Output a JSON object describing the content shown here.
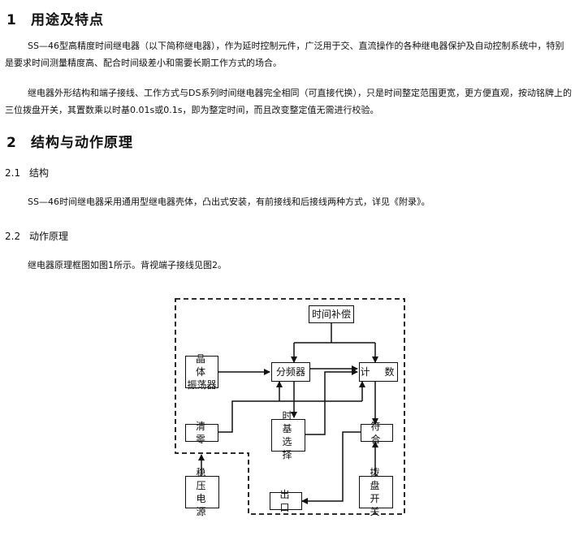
{
  "section1": {
    "num": "1",
    "title": "用途及特点",
    "para1": "SS—46型高精度时间继电器（以下简称继电器），作为延时控制元件，广泛用于交、直流操作的各种继电器保护及自动控制系统中，特别是要求时间测量精度高、配合时间级差小和需要长期工作方式的场合。",
    "para2": "继电器外形结构和端子接线、工作方式与DS系列时间继电器完全相同（可直接代换），只是时间整定范围更宽，更方便直观，按动铭牌上的三位拨盘开关，其置数乘以时基0.01s或0.1s，即为整定时间，而且改变整定值无需进行校验。"
  },
  "section2": {
    "num": "2",
    "title": "结构与动作原理",
    "sub1": {
      "num": "2.1",
      "title": "结构",
      "para": "SS—46时间继电器采用通用型继电器壳体，凸出式安装，有前接线和后接线两种方式，详见《附录》。"
    },
    "sub2": {
      "num": "2.2",
      "title": "动作原理",
      "para": "继电器原理框图如图1所示。背视端子接线见图2。"
    }
  },
  "diagram": {
    "time_comp": "时间补偿",
    "oscillator_l1": "晶　体",
    "oscillator_l2": "振荡器",
    "divider": "分频器",
    "counter": "计　数",
    "clear": "清　零",
    "timebase_l1": "时　基",
    "timebase_l2": "选　择",
    "match": "符　合",
    "power_l1": "稳　压",
    "power_l2": "电　源",
    "output": "出　口",
    "dial_l1": "拨　盘",
    "dial_l2": "开　关"
  }
}
